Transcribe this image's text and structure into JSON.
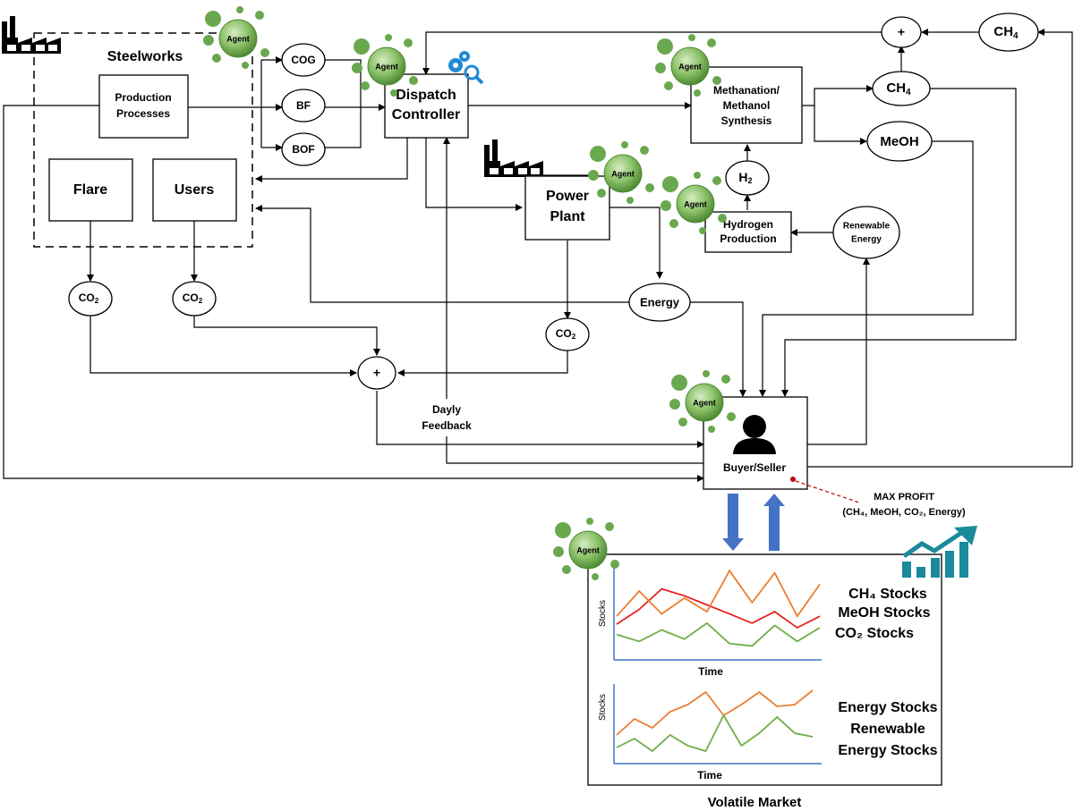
{
  "steelworks": {
    "title": "Steelworks",
    "production": [
      "Production",
      "Processes"
    ],
    "flare": "Flare",
    "users": "Users"
  },
  "gases": {
    "cog": "COG",
    "bf": "BF",
    "bof": "BOF"
  },
  "dispatch": [
    "Dispatch",
    "Controller"
  ],
  "power_plant": [
    "Power",
    "Plant"
  ],
  "methanation": [
    "Methanation/",
    "Methanol",
    "Synthesis"
  ],
  "hydrogen": [
    "Hydrogen",
    "Production"
  ],
  "renewable": [
    "Renewable",
    "Energy"
  ],
  "nodes": {
    "co2": "CO",
    "co2_sub": "2",
    "h2": "H",
    "h2_sub": "2",
    "ch4": "CH",
    "ch4_sub": "4",
    "meoh": "MeOH",
    "energy": "Energy",
    "plus": "+"
  },
  "agent_label": "Agent",
  "feedback": [
    "Dayly",
    "Feedback"
  ],
  "buyer_seller": "Buyer/Seller",
  "max_profit": [
    "MAX PROFIT",
    "(CH₄, MeOH, CO₂, Energy)"
  ],
  "market": {
    "title": "Volatile Market",
    "upper_legend": [
      "CH₄ Stocks",
      "MeOH Stocks",
      "CO₂ Stocks"
    ],
    "lower_legend": [
      "Energy Stocks",
      "Renewable",
      "Energy Stocks"
    ]
  },
  "colors": {
    "agent": "#6aa84f",
    "arrow_blue": "#4472c4",
    "red": "#e8231f",
    "orange": "#ed7d31",
    "green": "#70ad47",
    "axis": "#4472c4",
    "teal": "#1a8a9c"
  },
  "chart_data": [
    {
      "type": "line",
      "title": "",
      "xlabel": "Time",
      "ylabel": "Stocks",
      "x": [
        1,
        2,
        3,
        4,
        5,
        6,
        7,
        8,
        9,
        10
      ],
      "series": [
        {
          "name": "",
          "color": "red",
          "values": [
            2.5,
            3.8,
            5.6,
            5.0,
            4.2,
            3.4,
            2.6,
            3.6,
            2.2,
            3.2
          ]
        },
        {
          "name": "",
          "color": "orange",
          "values": [
            3.2,
            5.4,
            3.4,
            4.8,
            3.6,
            7.2,
            4.4,
            7.0,
            3.2,
            6.0
          ]
        },
        {
          "name": "",
          "color": "green",
          "values": [
            1.6,
            1.0,
            2.0,
            1.2,
            2.6,
            0.8,
            0.6,
            2.4,
            1.0,
            2.2
          ]
        }
      ],
      "ylim": [
        0,
        8
      ]
    },
    {
      "type": "line",
      "title": "",
      "xlabel": "Time",
      "ylabel": "Stocks",
      "x": [
        1,
        2,
        3,
        4,
        5,
        6,
        7,
        8,
        9,
        10,
        11,
        12
      ],
      "series": [
        {
          "name": "",
          "color": "orange",
          "values": [
            2.6,
            4.4,
            3.4,
            5.2,
            6.0,
            7.4,
            4.8,
            6.0,
            7.4,
            5.8,
            6.0,
            7.6
          ]
        },
        {
          "name": "",
          "color": "green",
          "values": [
            1.2,
            2.2,
            0.8,
            2.6,
            1.4,
            0.8,
            4.8,
            1.4,
            2.8,
            4.6,
            2.8,
            2.4
          ]
        }
      ],
      "ylim": [
        0,
        8
      ]
    }
  ]
}
